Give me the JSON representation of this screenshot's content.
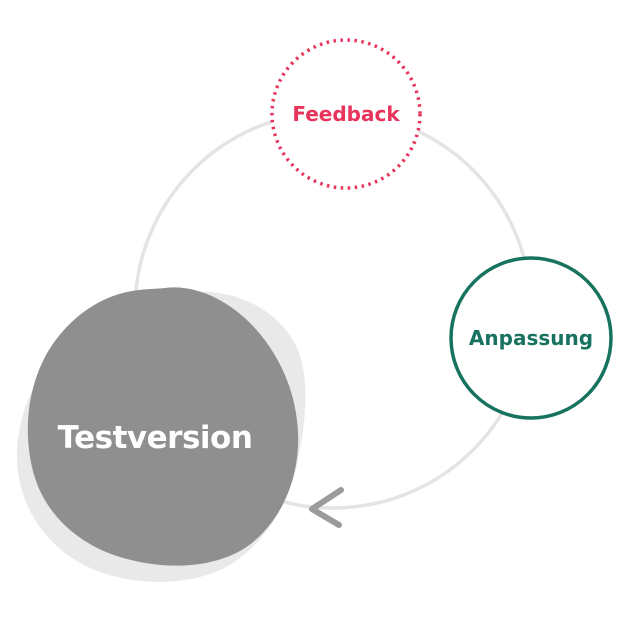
{
  "diagram": {
    "title": "Iteration cycle diagram",
    "background": "#ffffff",
    "cycle": {
      "arc_color": "#e4e4e4",
      "arrow_color": "#9b9b9b"
    },
    "nodes": {
      "feedback": {
        "label": "Feedback",
        "border_style": "dotted",
        "color": "#e8335b",
        "fill": "#ffffff"
      },
      "anpassung": {
        "label": "Anpassung",
        "border_style": "solid",
        "color": "#17735f",
        "fill": "#ffffff"
      },
      "testversion": {
        "label": "Testversion",
        "blob_color": "#8f8f8f",
        "blob_shadow_color": "#e9e9e9",
        "text_color": "#ffffff"
      }
    }
  }
}
